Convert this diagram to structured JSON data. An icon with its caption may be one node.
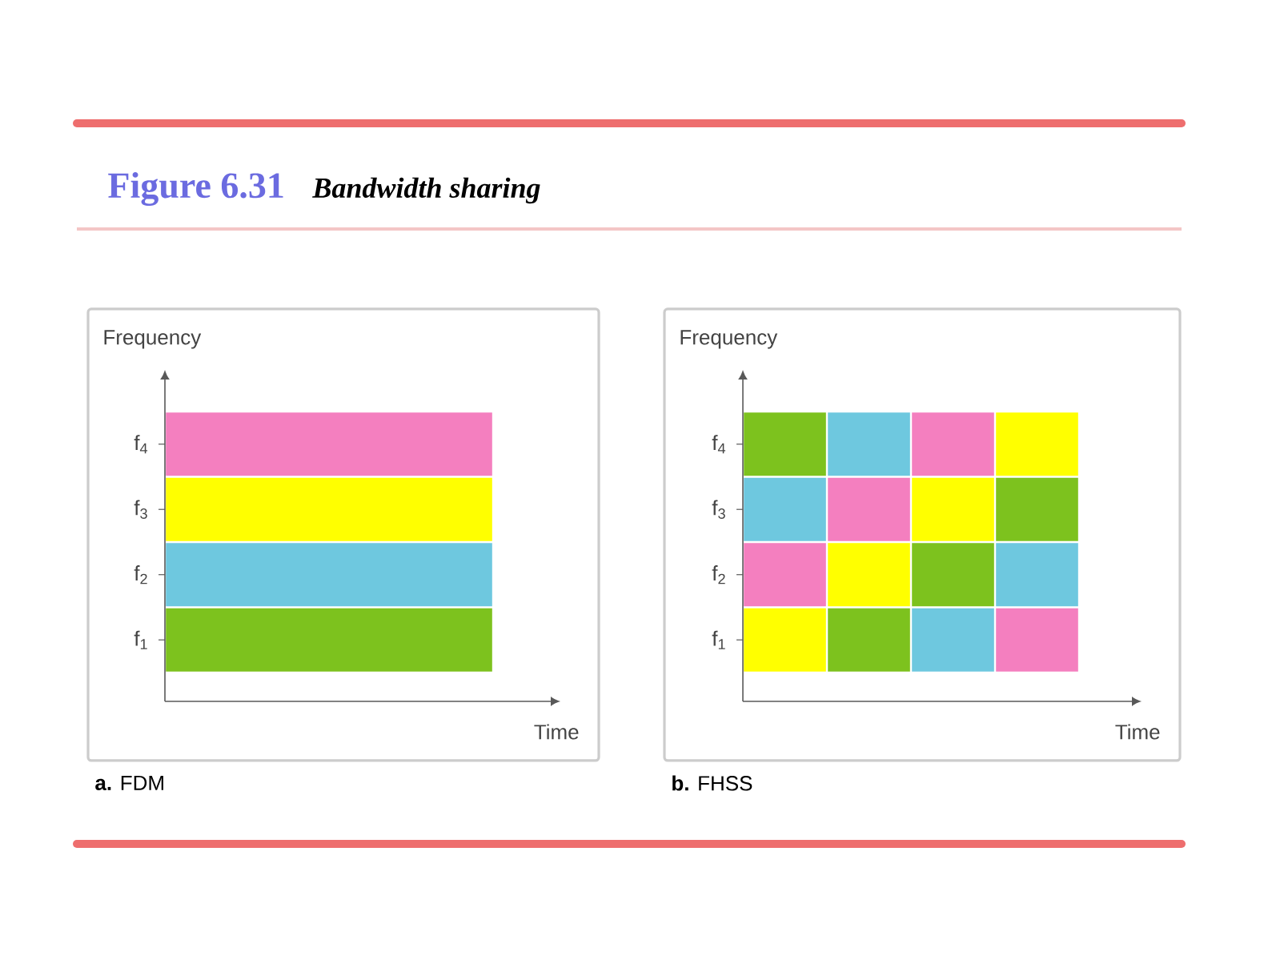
{
  "diagram": {
    "title": "Figure 6.31",
    "caption": "Bandwidth sharing",
    "nodes": [
      {
        "text": [
          "Frequency",
          "f$_{4}$",
          "f$_{3}$",
          "f$_{2}$",
          "f$_{1}$",
          "Time"
        ],
        "beside": [
          "**a.** FDM"
        ]
      },
      {
        "text": [
          "Frequency",
          "f$_{4}$",
          "f$_{3}$",
          "f$_{2}$",
          "f$_{1}$",
          "Time"
        ],
        "beside": [
          "**b.** FHSS"
        ]
      }
    ]
  }
}
